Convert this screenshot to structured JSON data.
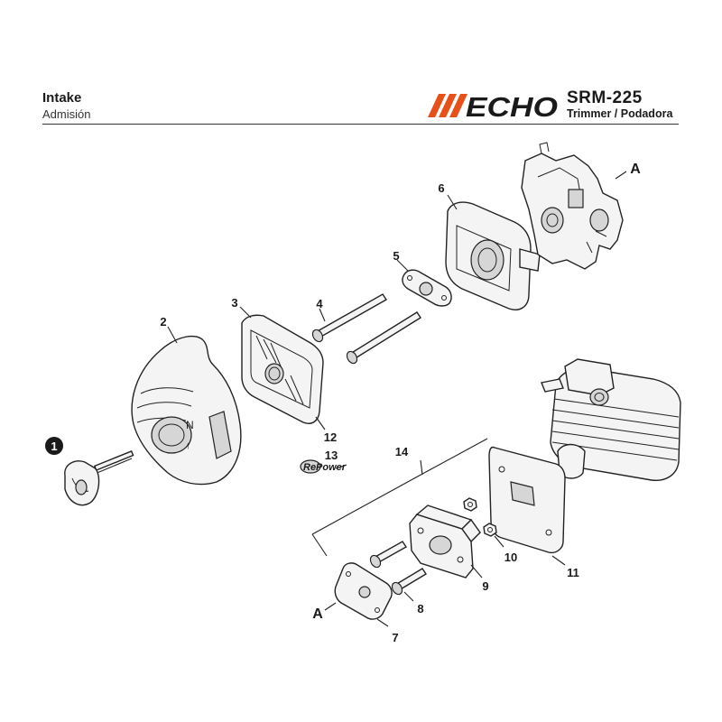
{
  "header": {
    "title": "Intake",
    "subtitle": "Admisión",
    "brand": "ECHO",
    "model": "SRM-225",
    "model_desc": "Trimmer / Podadora"
  },
  "colors": {
    "brand_orange": "#e8501a",
    "brand_black": "#1a1a1a",
    "line": "#222222"
  },
  "callouts": {
    "c1": "1",
    "c2": "2",
    "c3": "3",
    "c4": "4",
    "c5": "5",
    "c6": "6",
    "c7": "7",
    "c8": "8",
    "c9": "9",
    "c10": "10",
    "c11": "11",
    "c12": "12",
    "c13": "13",
    "c14": "14",
    "a_top": "A",
    "a_bottom": "A"
  },
  "repower_logo": "RePower"
}
